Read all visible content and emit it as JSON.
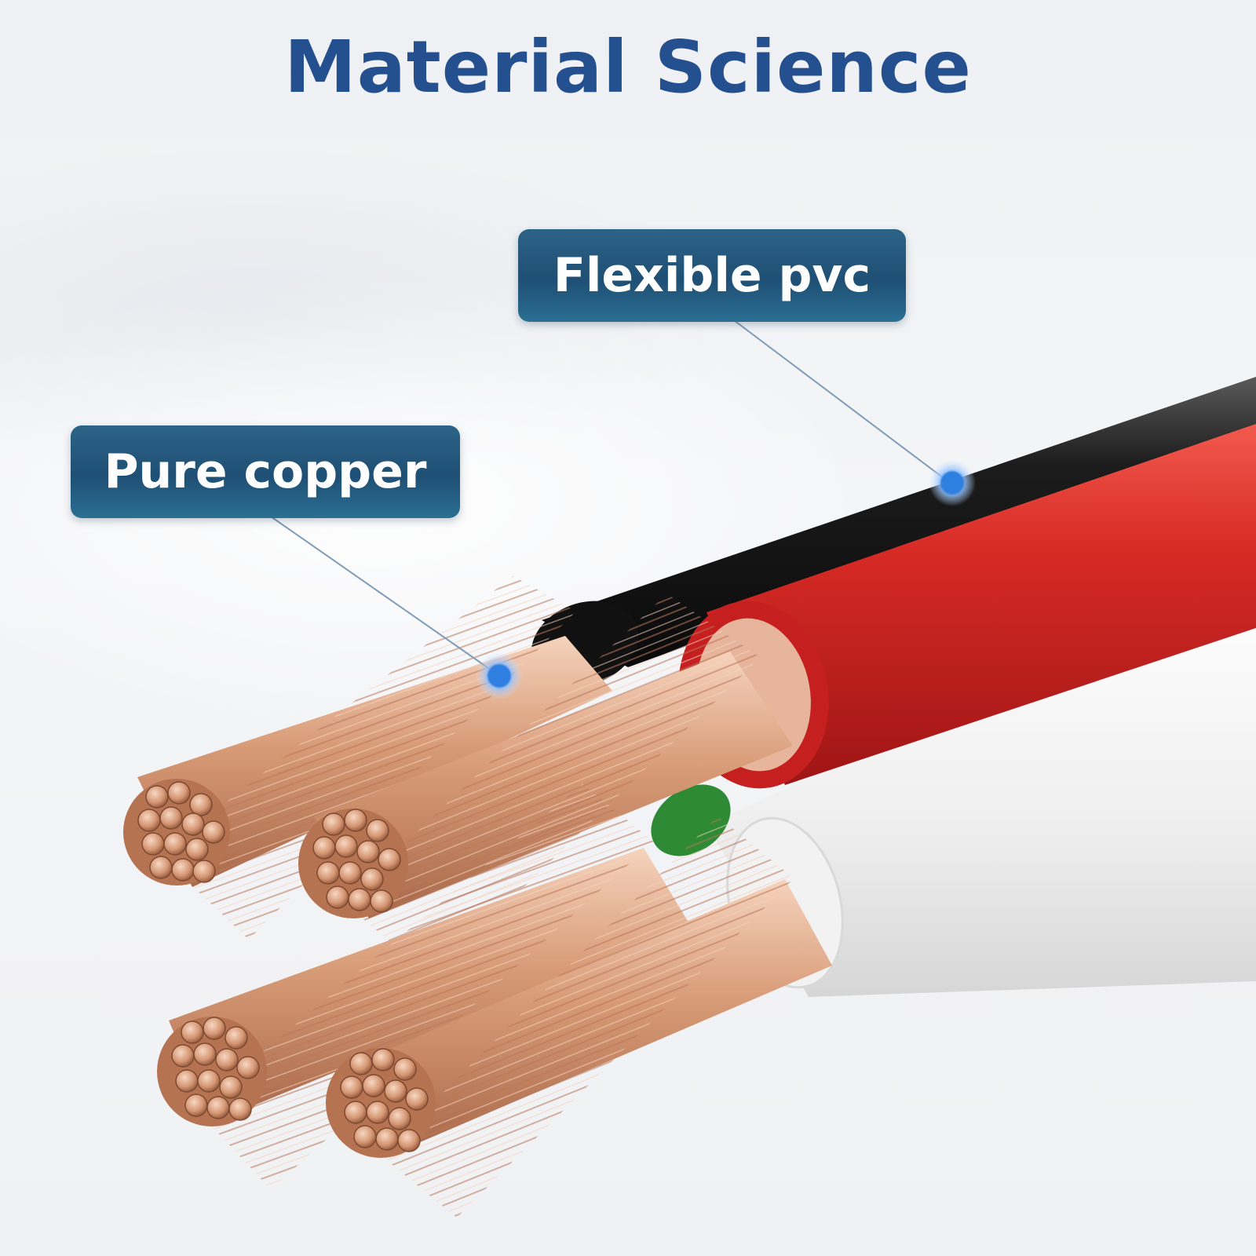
{
  "title": "Material Science",
  "callouts": {
    "pvc": "Flexible pvc",
    "copper": "Pure copper"
  },
  "colors": {
    "title": "#25508f",
    "callout_bg": "#23577b",
    "marker": "#2f7fe0",
    "red_insulation": "#d42424",
    "black_insulation": "#1a1a1a",
    "white_insulation": "#f4f4f4",
    "green_insulation": "#2e8a34",
    "copper": "#c98b67"
  }
}
